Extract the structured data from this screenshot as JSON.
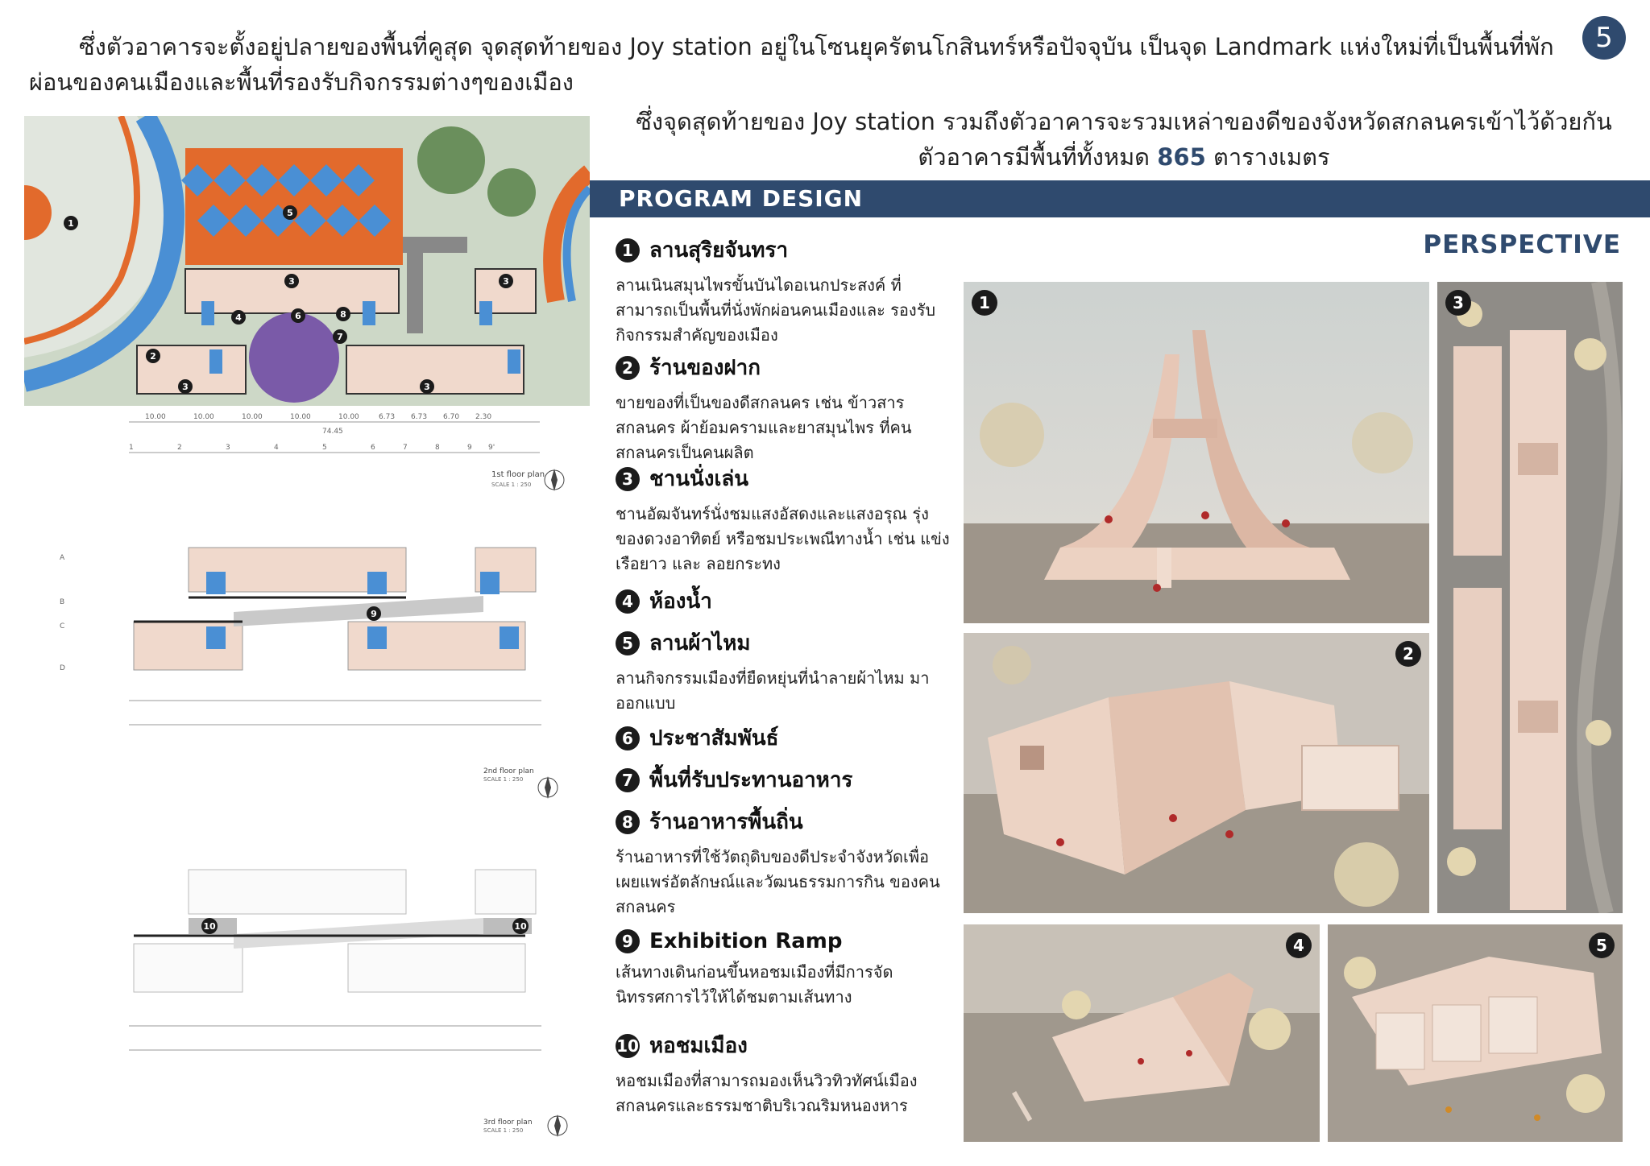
{
  "page": {
    "number": "5",
    "intro": "ซึ่งตัวอาคารจะตั้งอยู่ปลายของพื้นที่คูสุด จุดสุดท้ายของ Joy station อยู่ในโซนยุครัตนโกสินทร์หรือปัจจุบัน เป็นจุด Landmark แห่งใหม่ที่เป็นพื้นที่พักผ่อนของคนเมืองและพื้นที่รองรับกิจกรรมต่างๆของเมือง",
    "sub_line1": "ซึ่งจุดสุดท้ายของ Joy station รวมถึงตัวอาคารจะรวมเหล่าของดีของจังหวัดสกลนครเข้าไว้ด้วยกัน",
    "sub_line2_pre": "ตัวอาคารมีพื้นที่ทั้งหมด",
    "sub_line2_num": "865",
    "sub_line2_post": "ตารางเมตร"
  },
  "program": {
    "heading": "PROGRAM DESIGN",
    "items": [
      {
        "num": "1",
        "title": "ลานสุริยจันทรา",
        "desc": "ลานเนินสมุนไพรขั้นบันไดอเนกประสงค์ ที่สามารถเป็นพื้นที่นั่งพักผ่อนคนเมืองและ รองรับกิจกรรมสำคัญของเมือง"
      },
      {
        "num": "2",
        "title": "ร้านของฝาก",
        "desc": "ขายของที่เป็นของดีสกลนคร เช่น ข้าวสาร สกลนคร ผ้าย้อมครามและยาสมุนไพร ที่คนสกลนครเป็นคนผลิต"
      },
      {
        "num": "3",
        "title": "ชานนั่งเล่น",
        "desc": "ชานอัฒจันทร์นั่งชมแสงอัสดงและแสงอรุณ รุ่งของดวงอาทิตย์ หรือชมประเพณีทางน้ำ เช่น แข่งเรือยาว และ ลอยกระทง"
      },
      {
        "num": "4",
        "title": "ห้องน้ำ",
        "desc": ""
      },
      {
        "num": "5",
        "title": "ลานผ้าไหม",
        "desc": "ลานกิจกรรมเมืองที่ยืดหยุ่นที่นำลายผ้าไหม มาออกแบบ"
      },
      {
        "num": "6",
        "title": "ประชาสัมพันธ์",
        "desc": ""
      },
      {
        "num": "7",
        "title": "พื้นที่รับประทานอาหาร",
        "desc": ""
      },
      {
        "num": "8",
        "title": "ร้านอาหารพื้นถิ่น",
        "desc": "ร้านอาหารที่ใช้วัตถุดิบของดีประจำจังหวัดเพื่อ เผยแพร่อัตลักษณ์และวัฒนธรรมการกิน ของคนสกลนคร"
      },
      {
        "num": "9",
        "title": "Exhibition Ramp",
        "desc": "เส้นทางเดินก่อนขึ้นหอชมเมืองที่มีการจัด นิทรรศการไว้ให้ได้ชมตามเส้นทาง"
      },
      {
        "num": "10",
        "title": "หอชมเมือง",
        "desc": "หอชมเมืองที่สามารถมองเห็นวิวทิวทัศน์เมือง สกลนครและธรรมชาติบริเวณริมหนองหาร"
      }
    ]
  },
  "perspective": {
    "heading": "PERSPECTIVE",
    "photos": [
      {
        "num": "1",
        "alt": "model-arch-view"
      },
      {
        "num": "3",
        "alt": "model-top-view"
      },
      {
        "num": "2",
        "alt": "model-stairs-view"
      },
      {
        "num": "4",
        "alt": "model-side-view"
      },
      {
        "num": "5",
        "alt": "model-aerial-view"
      }
    ]
  },
  "plans": {
    "floor1": {
      "label": "1st floor plan",
      "scale": "SCALE 1 : 250"
    },
    "floor2": {
      "label": "2nd floor plan",
      "scale": "SCALE 1 : 250"
    },
    "floor3": {
      "label": "3rd floor plan",
      "scale": "SCALE 1 : 250"
    },
    "dims": [
      "10.00",
      "10.00",
      "10.00",
      "10.00",
      "10.00",
      "6.73",
      "6.73",
      "6.70",
      "2.30"
    ],
    "total": "74.45",
    "grid_cols": [
      "1",
      "2",
      "3",
      "4",
      "5",
      "6",
      "7",
      "8",
      "9",
      "9'"
    ],
    "grid_rows": [
      "A",
      "B",
      "C",
      "D"
    ],
    "markers": {
      "m1": "1",
      "m2": "2",
      "m3": "3",
      "m4": "4",
      "m5": "5",
      "m6": "6",
      "m7": "7",
      "m8": "8",
      "m9": "9",
      "m10": "10"
    }
  },
  "colors": {
    "navy": "#2f4a6e",
    "orange": "#e26a2c",
    "blue": "#4a8fd4",
    "pink": "#f0d9cc"
  }
}
